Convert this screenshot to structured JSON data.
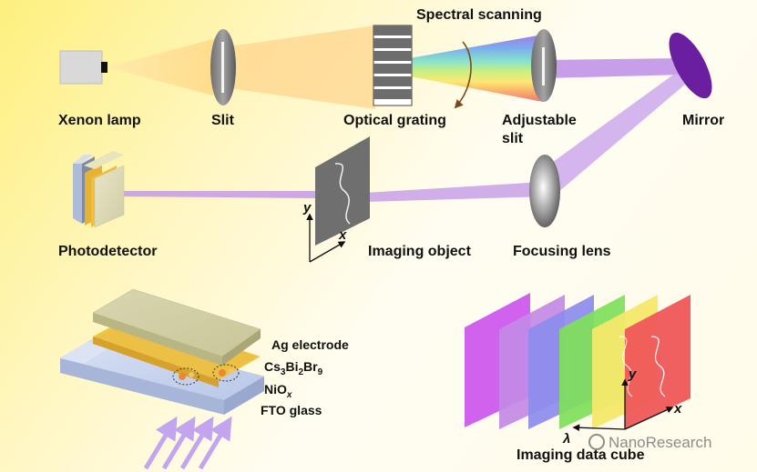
{
  "labels": {
    "spectral_scanning": "Spectral scanning",
    "xenon_lamp": "Xenon lamp",
    "slit": "Slit",
    "optical_grating": "Optical grating",
    "adjustable_slit_1": "Adjustable",
    "adjustable_slit_2": "slit",
    "mirror": "Mirror",
    "photodetector": "Photodetector",
    "imaging_object": "Imaging object",
    "focusing_lens": "Focusing lens",
    "axis_y": "y",
    "axis_x": "x",
    "ag_electrode": "Ag electrode",
    "cs_bi_br_main": "Cs",
    "cs_sub_3": "3",
    "bi_text": "Bi",
    "bi_sub_2": "2",
    "br_text": "Br",
    "br_sub_9": "9",
    "nio_main": "NiO",
    "nio_sub_x": "x",
    "fto_glass": "FTO glass",
    "cube_y": "y",
    "cube_x": "x",
    "cube_lambda": "λ",
    "imaging_data_cube": "Imaging data cube"
  },
  "watermark": "NanoResearch",
  "colors": {
    "beam": "#c49ae6",
    "mirror": "#6a1fa0",
    "cube_panels": [
      "#cc55ee",
      "#c38ae6",
      "#8c8cee",
      "#7fe05a",
      "#f5e86a",
      "#f0575a"
    ]
  }
}
